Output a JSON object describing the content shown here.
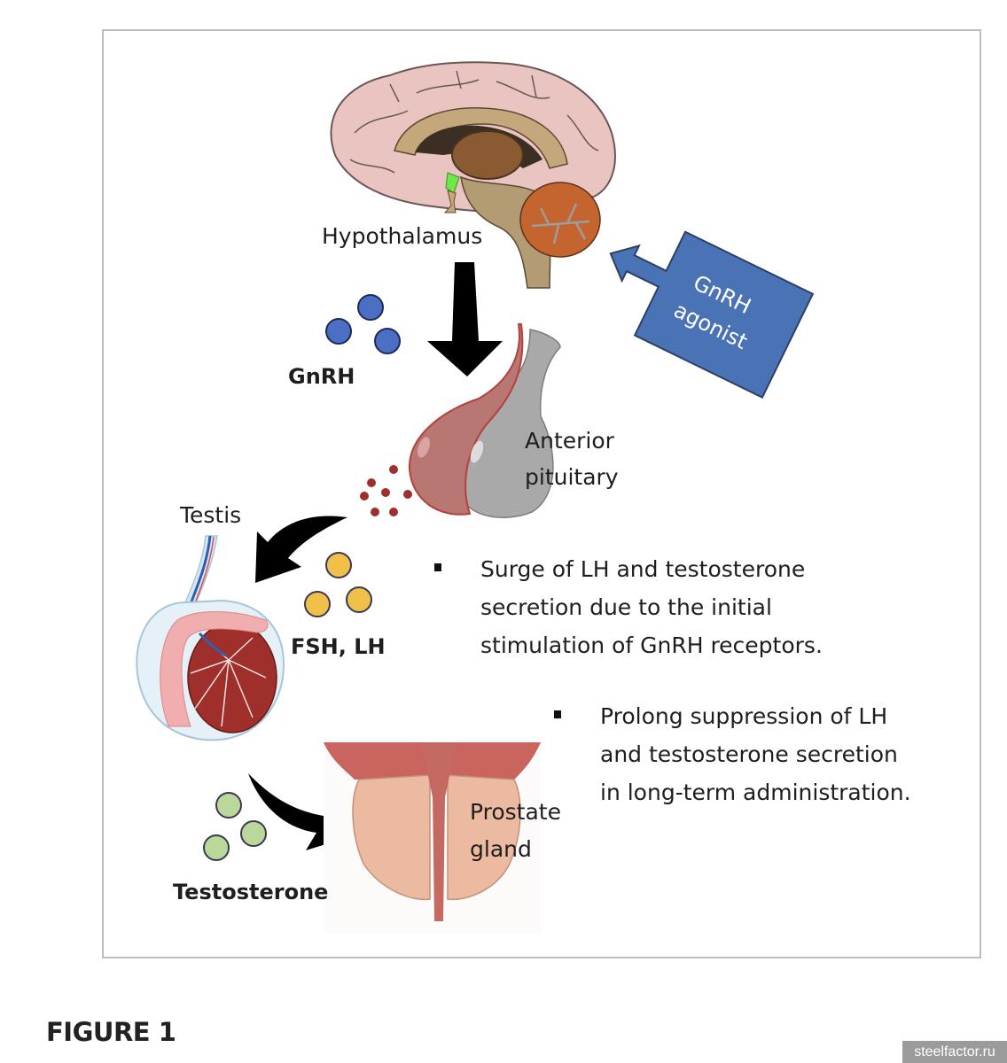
{
  "figure": {
    "caption": "FIGURE 1",
    "watermark": "steelfactor.ru"
  },
  "labels": {
    "hypothalamus": "Hypothalamus",
    "gnrh": "GnRH",
    "gnrh_agonist_line1": "GnRH",
    "gnrh_agonist_line2": "agonist",
    "anterior_pituitary_line1": "Anterior",
    "anterior_pituitary_line2": "pituitary",
    "testis": "Testis",
    "fsh_lh": "FSH, LH",
    "prostate_line1": "Prostate",
    "prostate_line2": "gland",
    "testosterone": "Testosterone"
  },
  "bullets": {
    "initial": [
      "Surge of LH and testosterone",
      "secretion due to the initial",
      "stimulation of GnRH receptors."
    ],
    "prolonged": [
      "Prolong suppression of LH",
      "and testosterone secretion",
      "in long-term administration."
    ]
  },
  "colors": {
    "gnrh_molecule": "#4a6fc4",
    "fsh_lh_molecule": "#f0c04a",
    "testosterone_molecule": "#b9d89a",
    "agonist_arrow": "#4a73b5",
    "brain": "#e9c4c0",
    "cerebellum": "#c46530",
    "hypothalamus_highlight": "#6fe84a",
    "pituitary_anterior": "#b97774",
    "pituitary_posterior": "#a9a9a9",
    "testis": "#9e2f2a",
    "prostate": "#ebbaa0",
    "frame_border": "#bdbdb9"
  }
}
